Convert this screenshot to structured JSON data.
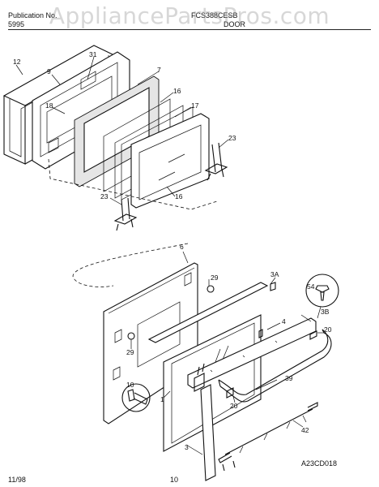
{
  "header": {
    "pub_label": "Publication No.",
    "pub_number": "5995",
    "model": "FCS388CESB",
    "section": "DOOR"
  },
  "watermark": "AppliancePartsPros.com",
  "callouts": {
    "c12": "12",
    "c9": "9",
    "c31": "31",
    "c7": "7",
    "c18": "18",
    "c16a": "16",
    "c17": "17",
    "c23a": "23",
    "c23b": "23",
    "c16b": "16",
    "c6": "6",
    "c29a": "29",
    "c3A": "3A",
    "c54": "54",
    "c3B": "3B",
    "c4": "4",
    "c20a": "20",
    "c29b": "29",
    "c10": "10",
    "c1": "1",
    "c20b": "20",
    "c39": "39",
    "c42": "42",
    "c3": "3"
  },
  "footer": {
    "date": "11/98",
    "page": "10",
    "diagram_code": "A23CD018"
  }
}
